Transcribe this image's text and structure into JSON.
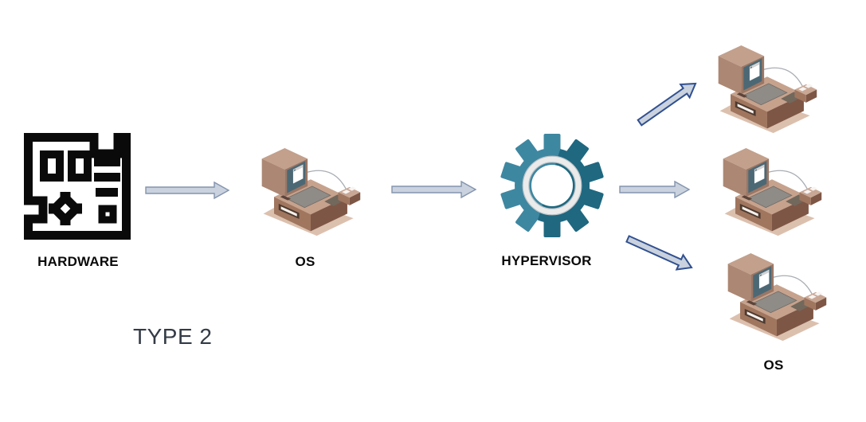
{
  "title": {
    "text": "TYPE 2",
    "color": "#333B46"
  },
  "nodes": {
    "hardware": {
      "label": "HARDWARE",
      "icon": "circuit-board-icon"
    },
    "os": {
      "label": "OS",
      "icon": "computer-icon"
    },
    "hypervisor": {
      "label": "HYPERVISOR",
      "icon": "gear-icon"
    },
    "vm_top": {
      "label": "",
      "icon": "computer-icon"
    },
    "vm_middle": {
      "label": "",
      "icon": "computer-icon"
    },
    "vm_bottom": {
      "label": "OS",
      "icon": "computer-icon"
    }
  },
  "edges": [
    {
      "from": "hardware",
      "to": "os",
      "style": "block-arrow-horizontal"
    },
    {
      "from": "os",
      "to": "hypervisor",
      "style": "block-arrow-horizontal"
    },
    {
      "from": "hypervisor",
      "to": "vm_top",
      "style": "block-arrow-diagonal-up"
    },
    {
      "from": "hypervisor",
      "to": "vm_middle",
      "style": "block-arrow-horizontal"
    },
    {
      "from": "hypervisor",
      "to": "vm_bottom",
      "style": "block-arrow-diagonal-down"
    }
  ],
  "colors": {
    "background": "#FFFFFF",
    "arrow_fill": "#C9D2DE",
    "arrow_border_horizontal": "#8494AE",
    "arrow_border_diagonal": "#31508F",
    "gear_teal": "#3E87A1",
    "gear_teal_dark": "#1F6880",
    "gear_ring": "#EBEBEB",
    "hardware_icon": "#0A0A0A",
    "computer_brown_light": "#C6A28D",
    "computer_brown": "#A0765F",
    "computer_brown_dark": "#7E5646",
    "computer_screen": "#4C6875",
    "computer_shadow": "#DCC0AE",
    "label_color": "#0A0A0A"
  }
}
